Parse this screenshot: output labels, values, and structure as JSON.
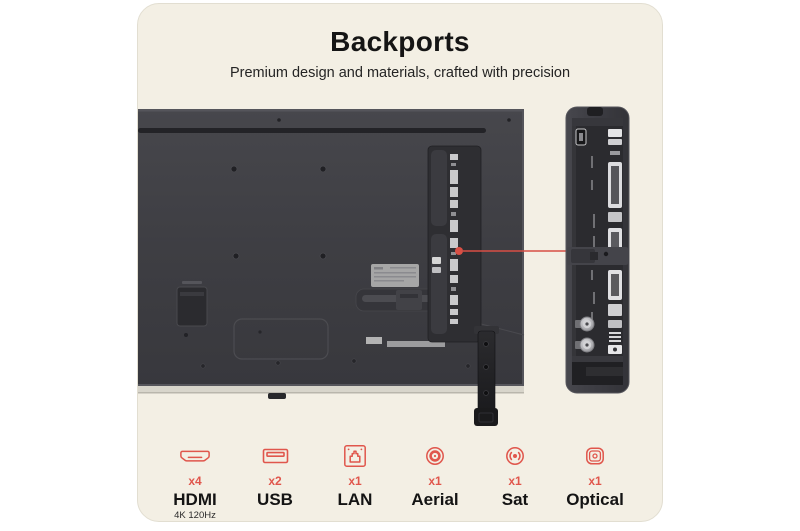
{
  "header": {
    "title": "Backports",
    "subtitle": "Premium design and materials, crafted with precision"
  },
  "colors": {
    "accent": "#e0564c",
    "callout": "#d84f45",
    "card_bg": "#f3efe4",
    "tv_body": "#3e3e43",
    "zoom_panel_body": "#3a3a3f"
  },
  "ports": [
    {
      "icon": "hdmi-icon",
      "count": "x4",
      "name": "HDMI",
      "sub": "4K 120Hz"
    },
    {
      "icon": "usb-icon",
      "count": "x2",
      "name": "USB",
      "sub": ""
    },
    {
      "icon": "lan-icon",
      "count": "x1",
      "name": "LAN",
      "sub": ""
    },
    {
      "icon": "aerial-icon",
      "count": "x1",
      "name": "Aerial",
      "sub": ""
    },
    {
      "icon": "sat-icon",
      "count": "x1",
      "name": "Sat",
      "sub": ""
    },
    {
      "icon": "optical-icon",
      "count": "x1",
      "name": "Optical",
      "sub": ""
    }
  ]
}
